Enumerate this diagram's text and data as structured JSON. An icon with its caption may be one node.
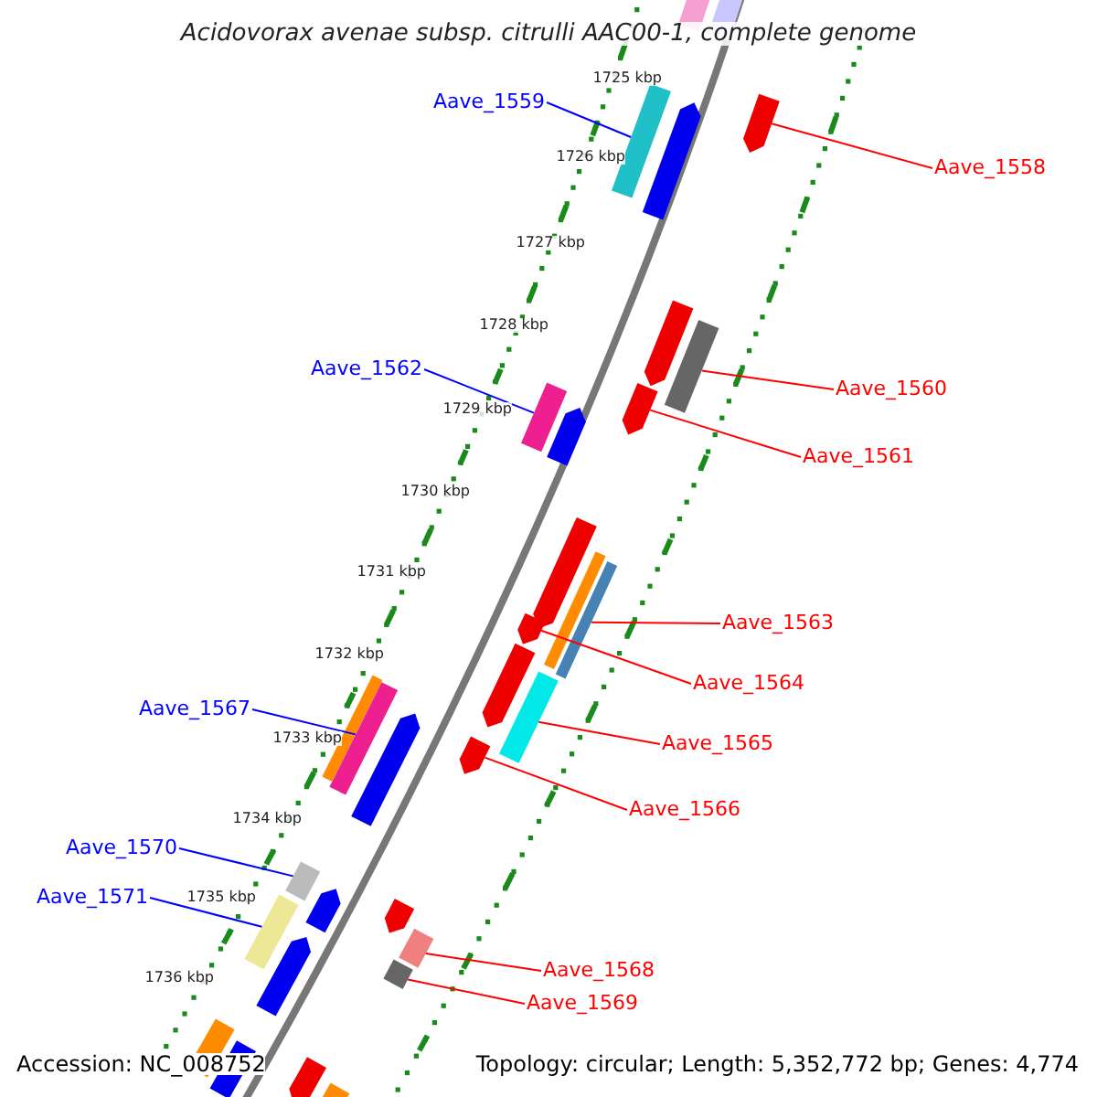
{
  "diagram": {
    "title": "Acidovorax avenae subsp. citrulli AAC00-1, complete genome",
    "nodes": [
      {
        "text": [
          "Aave_1559"
        ]
      },
      {
        "text": [
          "Aave_1558"
        ]
      },
      {
        "text": [
          "Aave_1562"
        ]
      },
      {
        "text": [
          "Aave_1560"
        ]
      },
      {
        "text": [
          "Aave_1561"
        ]
      },
      {
        "text": [
          "Aave_1563"
        ]
      },
      {
        "text": [
          "Aave_1564"
        ]
      },
      {
        "text": [
          "Aave_1567"
        ]
      },
      {
        "text": [
          "Aave_1565"
        ]
      },
      {
        "text": [
          "Aave_1566"
        ]
      },
      {
        "text": [
          "Aave_1570"
        ]
      },
      {
        "text": [
          "Aave_1571"
        ]
      },
      {
        "text": [
          "Aave_1568"
        ]
      },
      {
        "text": [
          "Aave_1569"
        ]
      },
      {
        "text": [],
        "shape": "bar"
      },
      {
        "text": [],
        "shape": "bar"
      },
      {
        "text": [],
        "shape": "bar"
      },
      {
        "text": [],
        "shape": "bar"
      },
      {
        "text": [],
        "shape": "bar"
      },
      {
        "text": [],
        "shape": "bar"
      },
      {
        "text": [],
        "shape": "bar"
      },
      {
        "text": [],
        "shape": "bar"
      },
      {
        "text": [],
        "shape": "bar"
      },
      {
        "text": [],
        "shape": "bar"
      },
      {
        "text": [],
        "shape": "bar"
      },
      {
        "text": [],
        "shape": "bar"
      },
      {
        "text": [],
        "shape": "bar"
      },
      {
        "text": [],
        "shape": "bar"
      },
      {
        "text": [],
        "shape": "bar"
      },
      {
        "text": [],
        "shape": "bar"
      },
      {
        "text": [],
        "shape": "bar"
      },
      {
        "text": [],
        "shape": "bar"
      },
      {
        "text": [],
        "shape": "bar"
      },
      {
        "text": [],
        "shape": "bar"
      },
      {
        "text": [],
        "shape": "bar"
      },
      {
        "text": [],
        "shape": "bar"
      },
      {
        "text": [],
        "shape": "bar"
      },
      {
        "text": [],
        "shape": "bar"
      },
      {
        "text": [],
        "shape": "bar"
      },
      {
        "text": [],
        "shape": "bar"
      },
      {
        "text": [],
        "shape": "bar"
      },
      {
        "text": [],
        "shape": "bar"
      },
      {
        "text": [],
        "shape": "bar"
      },
      {
        "text": [],
        "shape": "bar"
      },
      {
        "text": [],
        "shape": "bar"
      }
    ],
    "edges": [
      {
        "from": 0,
        "to": 14,
        "arrow": "none",
        "color": "#0000ff"
      },
      {
        "from": 1,
        "to": 15,
        "arrow": "none"
      },
      {
        "from": 2,
        "to": 16,
        "arrow": "none",
        "color": "#0000ff"
      },
      {
        "from": 3,
        "to": 17,
        "arrow": "none"
      },
      {
        "from": 4,
        "to": 18,
        "arrow": "none"
      },
      {
        "from": 5,
        "to": 19,
        "arrow": "none"
      },
      {
        "from": 6,
        "to": 20,
        "arrow": "none"
      },
      {
        "from": 7,
        "to": 21,
        "arrow": "none",
        "color": "#0000ff"
      },
      {
        "from": 8,
        "to": 22,
        "arrow": "none"
      },
      {
        "from": 9,
        "to": 23,
        "arrow": "none"
      },
      {
        "from": 10,
        "to": 24,
        "arrow": "none",
        "color": "#0000ff"
      },
      {
        "from": 11,
        "to": 25,
        "arrow": "none",
        "color": "#0000ff"
      },
      {
        "from": 12,
        "to": 26,
        "arrow": "none"
      },
      {
        "from": 13,
        "to": 27,
        "arrow": "none"
      }
    ],
    "labels": [
      "1725 kbp",
      "1726 kbp",
      "1727 kbp",
      "1728 kbp",
      "1729 kbp",
      "1730 kbp",
      "1731 kbp",
      "1732 kbp",
      "1733 kbp",
      "1734 kbp",
      "1735 kbp",
      "1736 kbp",
      "Accession: NC_008752",
      "Topology: circular; Length: 5,352,772 bp; Genes: 4,774"
    ]
  }
}
